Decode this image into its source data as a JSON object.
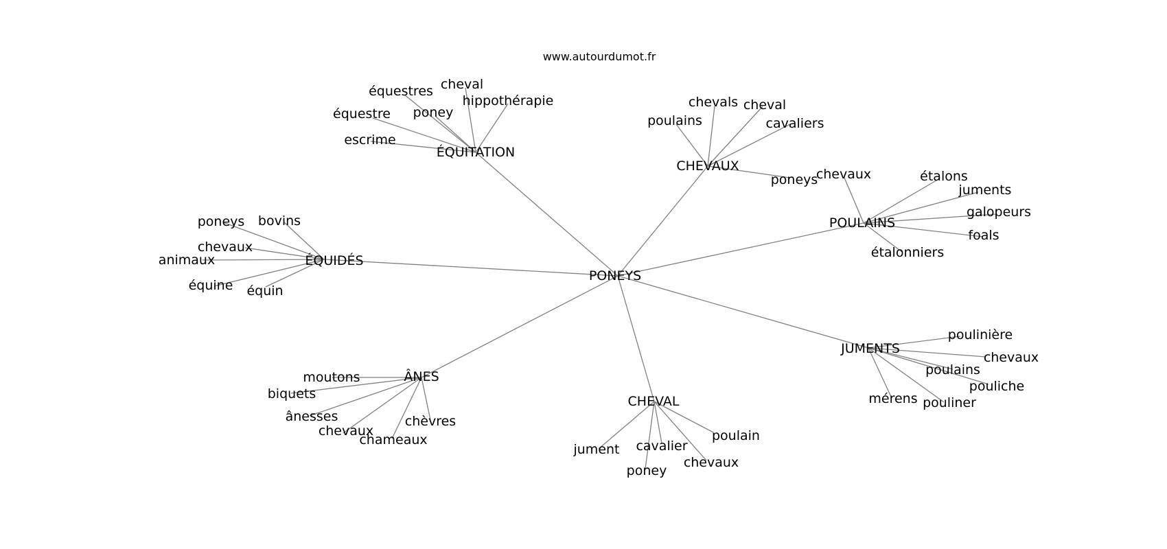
{
  "source": "www.autourdumot.fr",
  "root": "PONEYS",
  "groups": [
    {
      "hub": "ÉQUITATION",
      "leaves": [
        "équestres",
        "cheval",
        "hippothérapie",
        "poney",
        "équestre",
        "escrime"
      ]
    },
    {
      "hub": "CHEVAUX",
      "leaves": [
        "chevals",
        "cheval",
        "poulains",
        "cavaliers",
        "poneys"
      ]
    },
    {
      "hub": "POULAINS",
      "leaves": [
        "chevaux",
        "étalons",
        "juments",
        "galopeurs",
        "foals",
        "étalonniers"
      ]
    },
    {
      "hub": "ÉQUIDÉS",
      "leaves": [
        "poneys",
        "bovins",
        "chevaux",
        "animaux",
        "équine",
        "équin"
      ]
    },
    {
      "hub": "JUMENTS",
      "leaves": [
        "poulinière",
        "chevaux",
        "poulains",
        "pouliche",
        "mérens",
        "pouliner"
      ]
    },
    {
      "hub": "ÂNES",
      "leaves": [
        "moutons",
        "biquets",
        "ânesses",
        "chevaux",
        "chèvres",
        "chameaux"
      ]
    },
    {
      "hub": "CHEVAL",
      "leaves": [
        "jument",
        "cavalier",
        "poulain",
        "chevaux",
        "poney"
      ]
    }
  ]
}
